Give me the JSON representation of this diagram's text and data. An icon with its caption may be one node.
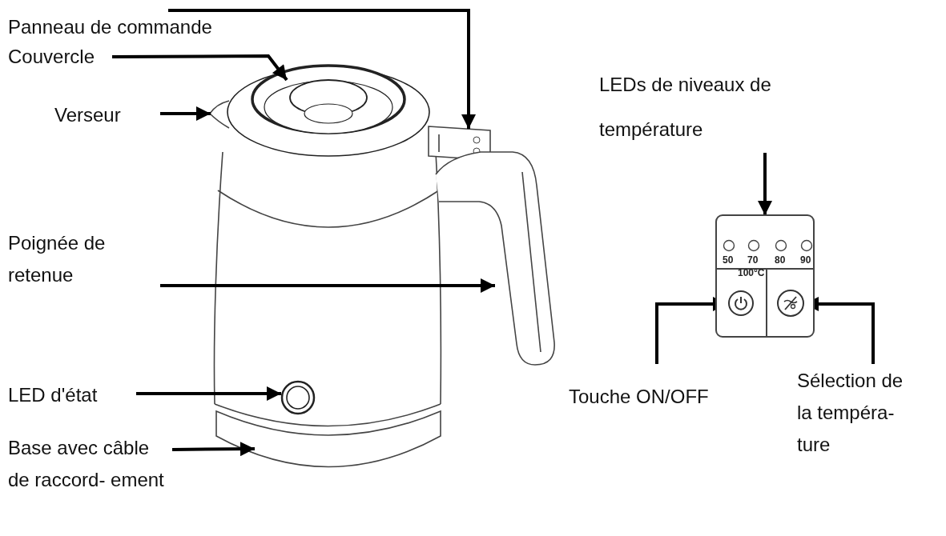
{
  "diagram": {
    "nodes": [
      {
        "text": [
          "Panneau de commande"
        ]
      },
      {
        "text": [
          "Couvercle"
        ]
      },
      {
        "text": [
          "Verseur"
        ]
      },
      {
        "text": [
          "Poignée de retenue"
        ]
      },
      {
        "text": [
          "LED d'état"
        ]
      },
      {
        "text": [
          "Base avec câble de raccord- ement"
        ]
      },
      {
        "text": [
          "LEDs de niveaux de température"
        ]
      },
      {
        "text": [
          "Touche ON/OFF"
        ]
      },
      {
        "text": [
          "Sélection de la tempéra- ture"
        ]
      },
      {
        "text": [],
        "shape": "box"
      },
      {
        "text": [],
        "shape": "ellipse"
      },
      {
        "text": [],
        "shape": "triangle"
      },
      {
        "text": [],
        "shape": "bar"
      },
      {
        "text": [],
        "shape": "circle"
      },
      {
        "text": [],
        "shape": "band"
      },
      {
        "text": [
          "50",
          "70",
          "80",
          "90",
          "100°C"
        ]
      },
      {
        "text": [],
        "shape": "circle",
        "in": 15
      },
      {
        "text": [],
        "shape": "circle",
        "in": 15
      }
    ],
    "edges": [
      {
        "from": 0,
        "to": 9,
        "arrow": "to"
      },
      {
        "from": 1,
        "to": 10,
        "arrow": "to"
      },
      {
        "from": 2,
        "to": 11,
        "arrow": "to"
      },
      {
        "from": 3,
        "to": 12,
        "arrow": "to"
      },
      {
        "from": 4,
        "to": 13,
        "arrow": "to"
      },
      {
        "from": 5,
        "to": 14,
        "arrow": "to"
      },
      {
        "from": 6,
        "to": 15,
        "arrow": "to"
      },
      {
        "from": 7,
        "to": 16,
        "arrow": "to"
      },
      {
        "from": 8,
        "to": 17,
        "arrow": "to"
      }
    ]
  }
}
